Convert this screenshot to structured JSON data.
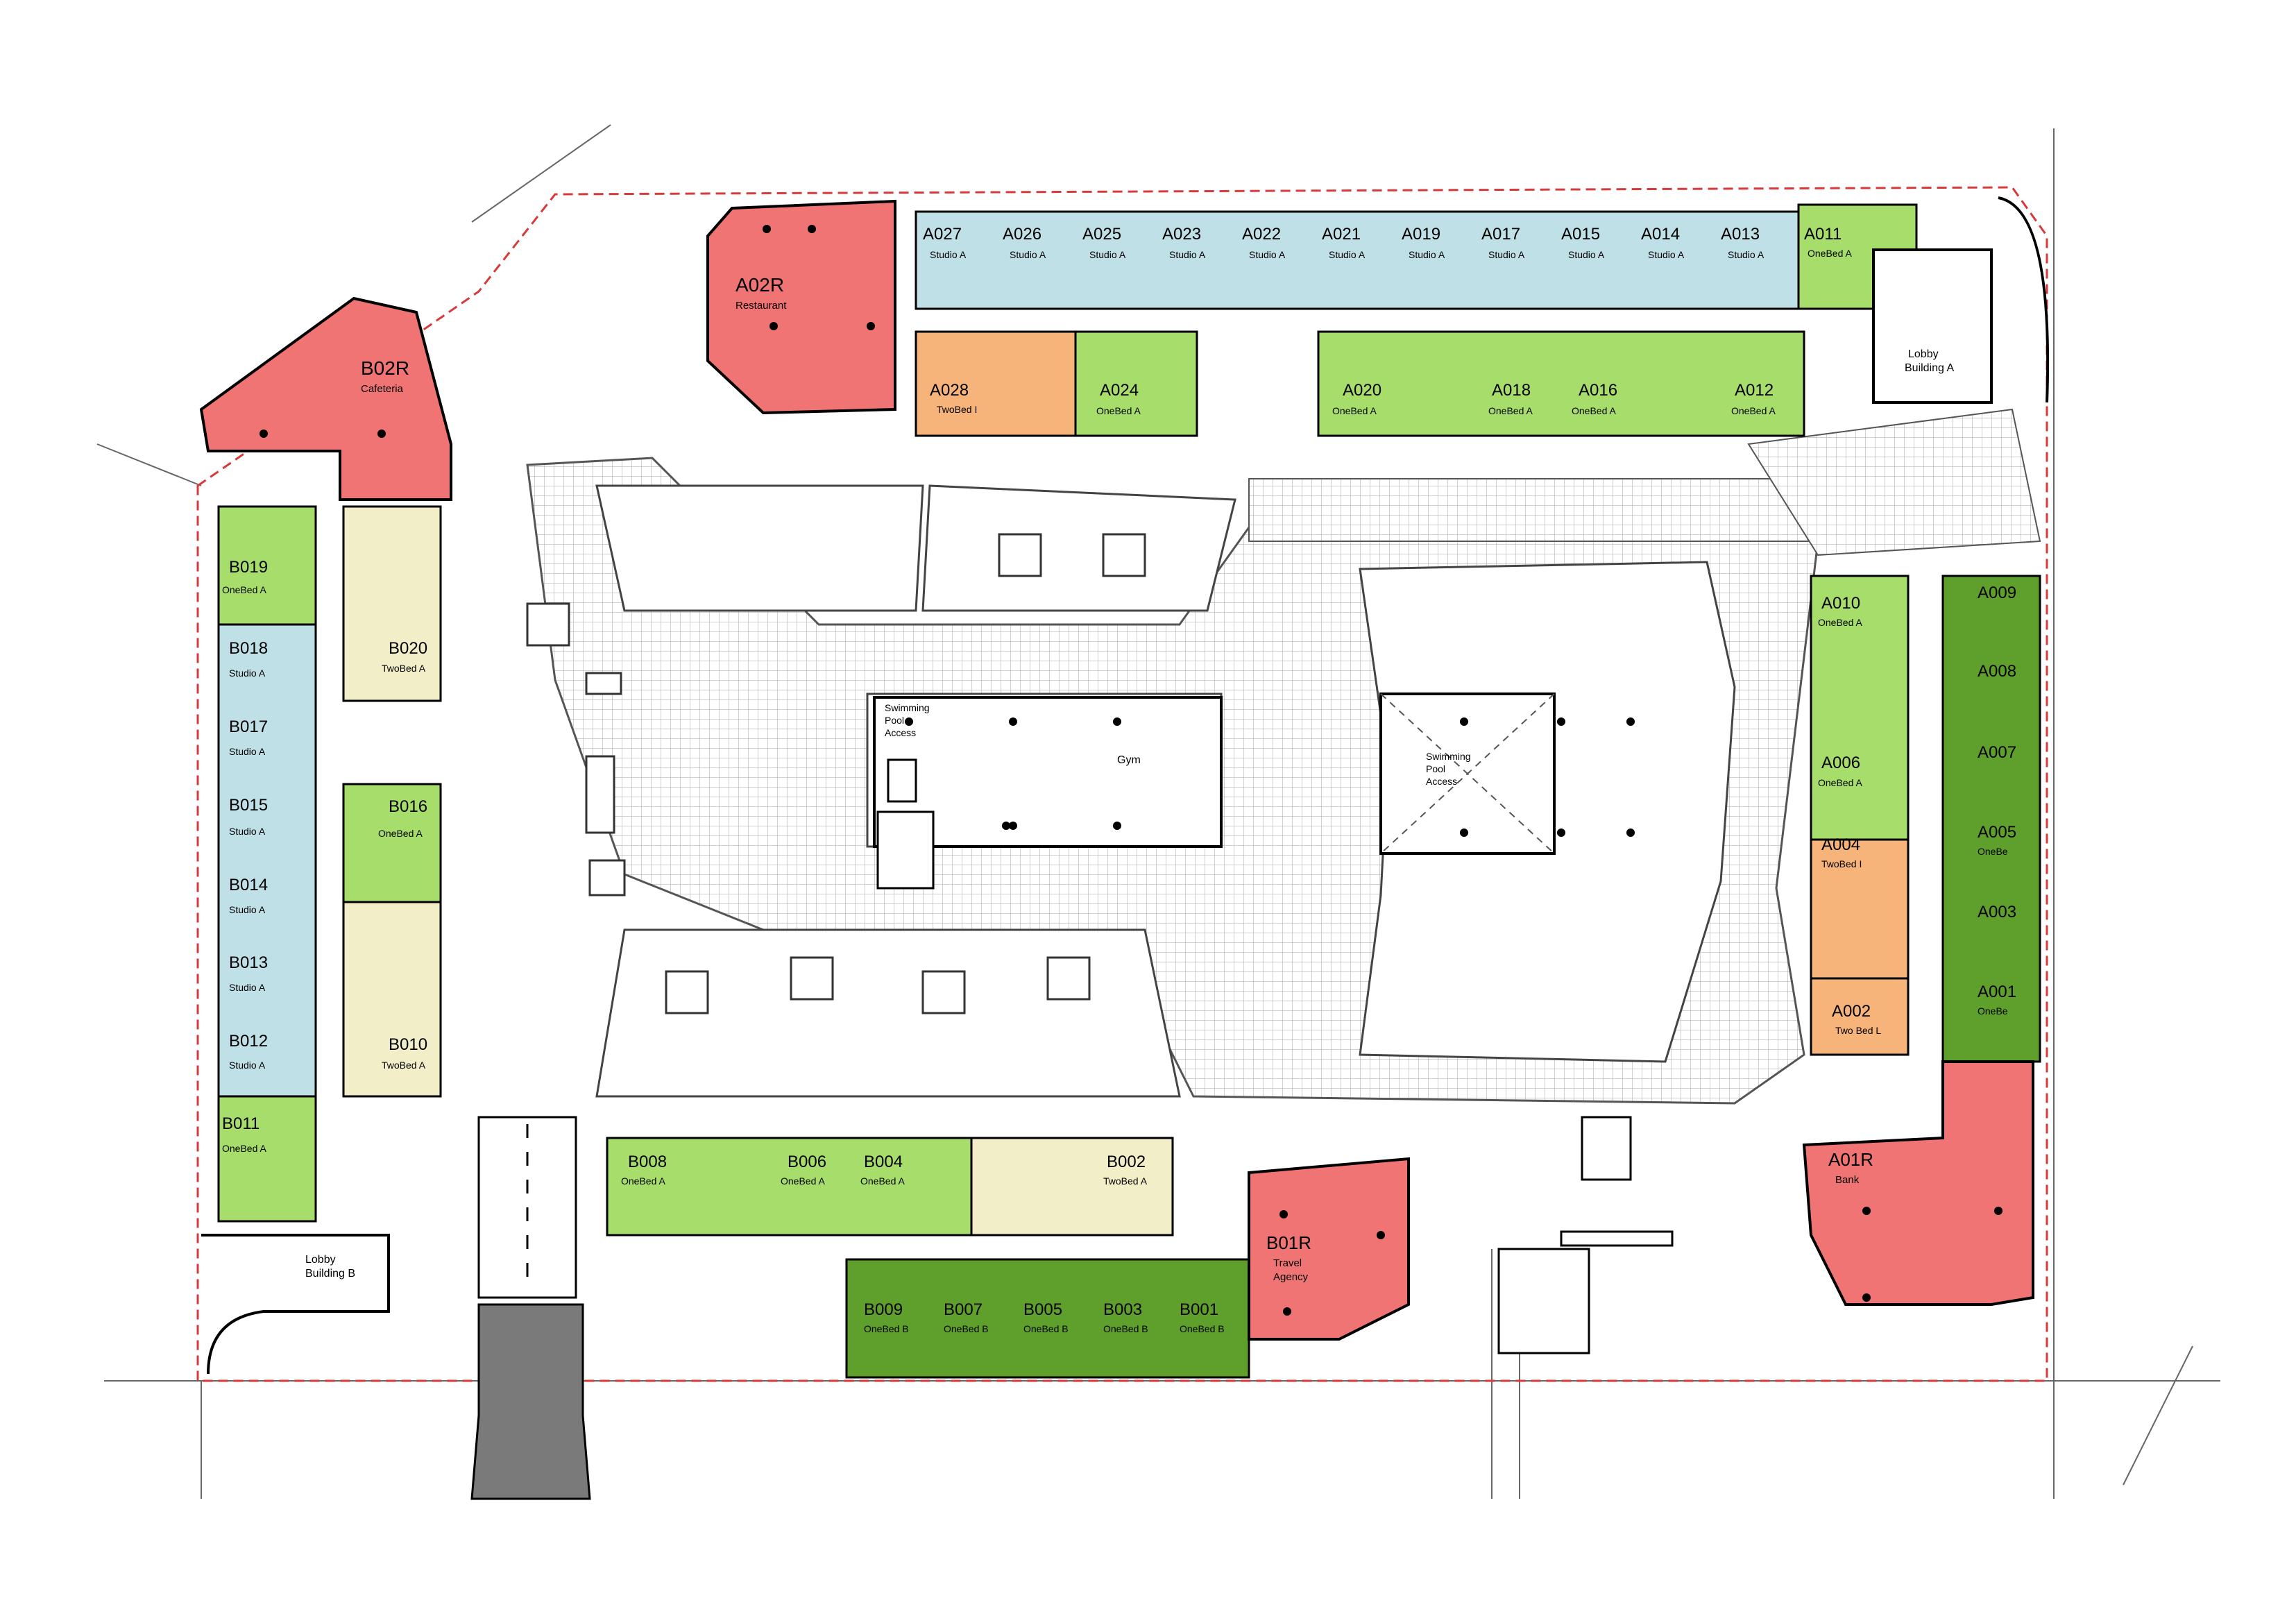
{
  "colors": {
    "studio": "#bfe0e6",
    "onebed_a": "#a6dd6b",
    "onebed_b": "#5f9f2c",
    "twobed_a": "#f2eec8",
    "twobed_l": "#f6b37a",
    "commercial": "#f07474",
    "outline": "#d63a3a",
    "grid": "#a0a0a0",
    "ramp": "#7a7a7a"
  },
  "units": [
    {
      "id": "A027",
      "type": "Studio A"
    },
    {
      "id": "A026",
      "type": "Studio A"
    },
    {
      "id": "A025",
      "type": "Studio A"
    },
    {
      "id": "A023",
      "type": "Studio A"
    },
    {
      "id": "A022",
      "type": "Studio A"
    },
    {
      "id": "A021",
      "type": "Studio A"
    },
    {
      "id": "A019",
      "type": "Studio A"
    },
    {
      "id": "A017",
      "type": "Studio A"
    },
    {
      "id": "A015",
      "type": "Studio A"
    },
    {
      "id": "A014",
      "type": "Studio A"
    },
    {
      "id": "A013",
      "type": "Studio A"
    },
    {
      "id": "A011",
      "type": "OneBed A"
    },
    {
      "id": "A028",
      "type": "TwoBed I"
    },
    {
      "id": "A024",
      "type": "OneBed A"
    },
    {
      "id": "A020",
      "type": "OneBed A"
    },
    {
      "id": "A018",
      "type": "OneBed A"
    },
    {
      "id": "A016",
      "type": "OneBed A"
    },
    {
      "id": "A012",
      "type": "OneBed A"
    },
    {
      "id": "A010",
      "type": "OneBed A"
    },
    {
      "id": "A006",
      "type": "OneBed A"
    },
    {
      "id": "A004",
      "type": "TwoBed I"
    },
    {
      "id": "A002",
      "type": "Two Bed L"
    },
    {
      "id": "A009",
      "type": ""
    },
    {
      "id": "A008",
      "type": ""
    },
    {
      "id": "A007",
      "type": ""
    },
    {
      "id": "A005",
      "type": "OneBe"
    },
    {
      "id": "A003",
      "type": ""
    },
    {
      "id": "A001",
      "type": "OneBe"
    },
    {
      "id": "B019",
      "type": "OneBed A"
    },
    {
      "id": "B018",
      "type": "Studio A"
    },
    {
      "id": "B017",
      "type": "Studio A"
    },
    {
      "id": "B015",
      "type": "Studio A"
    },
    {
      "id": "B014",
      "type": "Studio A"
    },
    {
      "id": "B013",
      "type": "Studio A"
    },
    {
      "id": "B012",
      "type": "Studio A"
    },
    {
      "id": "B011",
      "type": "OneBed A"
    },
    {
      "id": "B020",
      "type": "TwoBed A"
    },
    {
      "id": "B016",
      "type": "OneBed A"
    },
    {
      "id": "B010",
      "type": "TwoBed A"
    },
    {
      "id": "B008",
      "type": "OneBed A"
    },
    {
      "id": "B006",
      "type": "OneBed A"
    },
    {
      "id": "B004",
      "type": "OneBed A"
    },
    {
      "id": "B002",
      "type": "TwoBed A"
    },
    {
      "id": "B009",
      "type": "OneBed B"
    },
    {
      "id": "B007",
      "type": "OneBed B"
    },
    {
      "id": "B005",
      "type": "OneBed B"
    },
    {
      "id": "B003",
      "type": "OneBed B"
    },
    {
      "id": "B001",
      "type": "OneBed B"
    }
  ],
  "commercial": [
    {
      "id": "A02R",
      "use": "Restaurant"
    },
    {
      "id": "B02R",
      "use": "Cafeteria"
    },
    {
      "id": "B01R",
      "use": "Travel Agency"
    },
    {
      "id": "A01R",
      "use": "Bank"
    }
  ],
  "amenities": {
    "gym": "Gym",
    "pool_access_1": "Swimming Pool Access",
    "pool_access_2": "Swimming Pool Access",
    "lobby_a": "Lobby Building A",
    "lobby_b": "Lobby Building B"
  }
}
